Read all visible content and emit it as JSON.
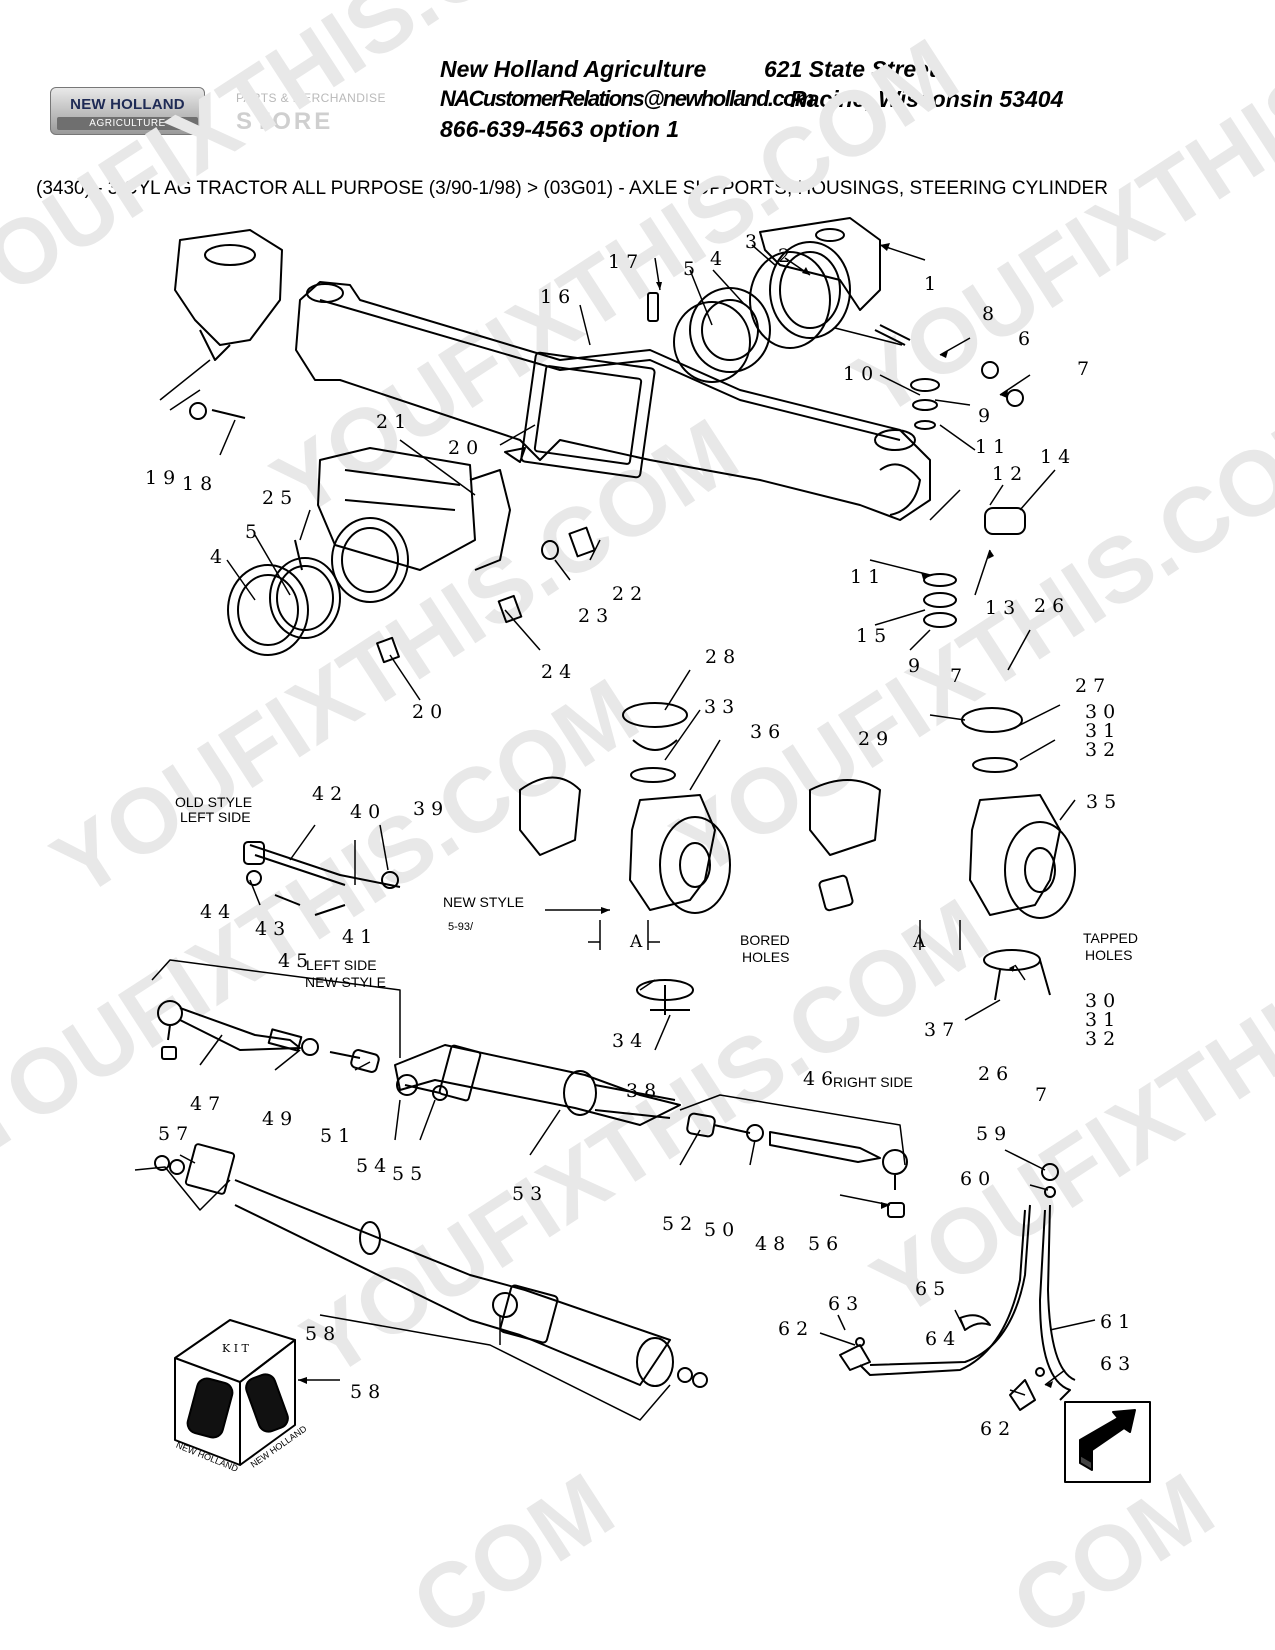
{
  "header": {
    "brand_name": "NEW HOLLAND",
    "brand_sub": "AGRICULTURE",
    "store_line1": "PARTS & MERCHANDISE",
    "store_line2": "STORE",
    "company": "New Holland Agriculture",
    "street": "621 State Street",
    "email": "NACustomerRelations@newholland.com",
    "city": "Racine, Wisconsin 53404",
    "phone": "866-639-4563 option 1"
  },
  "breadcrumb": "(3430) - 3 CYL AG TRACTOR ALL PURPOSE (3/90-1/98) > (03G01) - AXLE SUPPORTS, HOUSINGS, STEERING CYLINDER",
  "watermarks": [
    "YOUFIXTHIS.COM",
    "YOUFIXTHIS",
    "COM"
  ],
  "notes": {
    "old_style_1": "OLD STYLE",
    "old_style_2": "LEFT SIDE",
    "left_new_1": "LEFT SIDE",
    "left_new_2": "NEW STYLE",
    "new_style": "NEW STYLE",
    "new_style_date": "5-93/",
    "bored_1": "BORED",
    "bored_2": "HOLES",
    "tapped_1": "TAPPED",
    "tapped_2": "HOLES",
    "right_side": "RIGHT SIDE",
    "dim_a": "A",
    "kit": "K I T",
    "kit_logo": "NEW HOLLAND"
  },
  "callouts": {
    "c1": "1",
    "c2": "2",
    "c3": "3",
    "c4a": "4",
    "c4b": "4",
    "c5a": "5",
    "c5b": "5",
    "c6": "6",
    "c7a": "7",
    "c7b": "7",
    "c7c": "7",
    "c8": "8",
    "c9a": "9",
    "c9b": "9",
    "c10": "1 0",
    "c11a": "1 1",
    "c11b": "1 1",
    "c12": "1 2",
    "c13": "1 3",
    "c14": "1 4",
    "c15": "1 5",
    "c16": "1 6",
    "c17": "1 7",
    "c18": "1 8",
    "c19": "1 9",
    "c20a": "2 0",
    "c20b": "2 0",
    "c21": "2 1",
    "c22": "2 2",
    "c23": "2 3",
    "c24": "2 4",
    "c25": "2 5",
    "c26a": "2 6",
    "c26b": "2 6",
    "c27": "2 7",
    "c28": "2 8",
    "c29": "2 9",
    "c30a": "3 0",
    "c31a": "3 1",
    "c32a": "3 2",
    "c30b": "3 0",
    "c31b": "3 1",
    "c32b": "3 2",
    "c33": "3 3",
    "c34": "3 4",
    "c35": "3 5",
    "c36": "3 6",
    "c37": "3 7",
    "c38": "3 8",
    "c39": "3 9",
    "c40": "4 0",
    "c41": "4 1",
    "c42": "4 2",
    "c43": "4 3",
    "c44": "4 4",
    "c45": "4 5",
    "c46": "4 6",
    "c47": "4 7",
    "c48": "4 8",
    "c49": "4 9",
    "c50": "5 0",
    "c51": "5 1",
    "c52": "5 2",
    "c53": "5 3",
    "c54": "5 4",
    "c55": "5 5",
    "c56": "5 6",
    "c57": "5 7",
    "c58a": "5 8",
    "c58b": "5 8",
    "c59": "5 9",
    "c60": "6 0",
    "c61": "6 1",
    "c62a": "6 2",
    "c62b": "6 2",
    "c63a": "6 3",
    "c63b": "6 3",
    "c64": "6 4",
    "c65": "6 5"
  },
  "icons": {
    "return": "return-arrow-icon"
  },
  "colors": {
    "line": "#000000",
    "watermark": "#e8e8e8",
    "logo_text": "#1e2a55"
  }
}
